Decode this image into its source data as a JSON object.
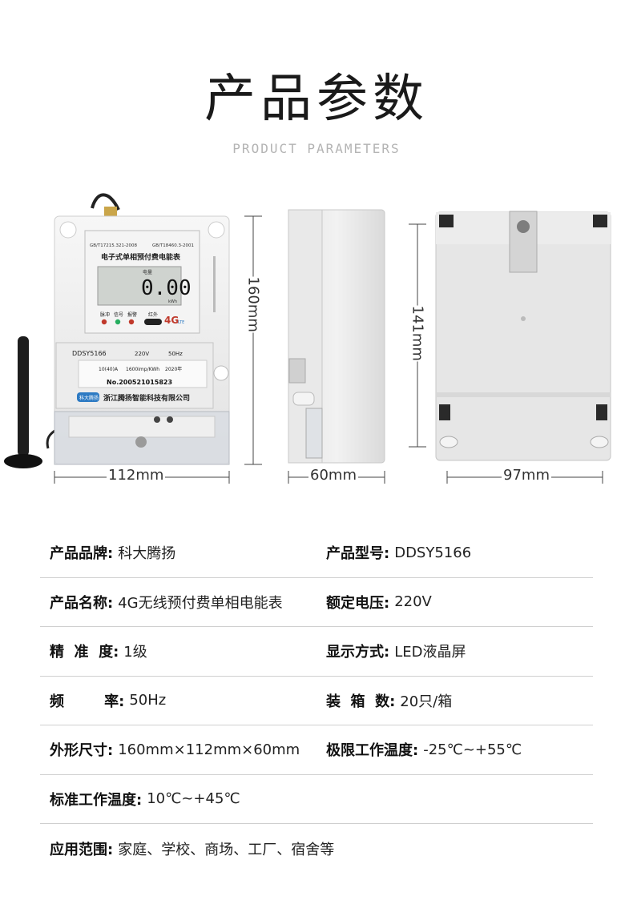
{
  "header": {
    "title": "产品参数",
    "subtitle": "PRODUCT PARAMETERS"
  },
  "meter": {
    "std_left": "GB/T17215.321-2008",
    "std_right": "GB/T18460.3-2001",
    "name": "电子式单相预付费电能表",
    "display_label": "电量",
    "display_value": "0.00",
    "unit": "kWh",
    "leds": [
      "脉冲",
      "信号",
      "报警"
    ],
    "ir_label": "红外",
    "network": "4G",
    "network_sub": "LTE",
    "model": "DDSY5166",
    "voltage": "220V",
    "freq": "50Hz",
    "current": "10(40)A",
    "constant": "1600imp/KWh",
    "year": "2020年",
    "serial": "No.200521015823",
    "brand_logo": "科大腾扬",
    "company": "浙江腾扬智能科技有限公司"
  },
  "dimensions": {
    "front_height": "160mm",
    "front_width": "112mm",
    "side_width": "60mm",
    "back_height": "141mm",
    "back_width": "97mm"
  },
  "specs": [
    [
      {
        "label": "产品品牌:",
        "value": "科大腾扬"
      },
      {
        "label": "产品型号:",
        "value": "DDSY5166"
      }
    ],
    [
      {
        "label": "产品名称:",
        "value": "4G无线预付费单相电能表"
      },
      {
        "label": "额定电压:",
        "value": "220V"
      }
    ],
    [
      {
        "label": "精  准  度:",
        "value": "1级"
      },
      {
        "label": "显示方式:",
        "value": "LED液晶屏"
      }
    ],
    [
      {
        "label": "频        率:",
        "value": "50Hz"
      },
      {
        "label": "装  箱  数:",
        "value": "20只/箱"
      }
    ],
    [
      {
        "label": "外形尺寸:",
        "value": "160mm×112mm×60mm"
      },
      {
        "label": "极限工作温度:",
        "value": "-25℃~+55℃"
      }
    ],
    [
      {
        "label": "标准工作温度:",
        "value": "10℃~+45℃"
      }
    ],
    [
      {
        "label": "应用范围:",
        "value": "家庭、学校、商场、工厂、宿舍等"
      }
    ]
  ],
  "colors": {
    "body": "#eeeeee",
    "lcd": "#cfd3cf",
    "accent_red": "#c0392b",
    "brand_blue": "#2d7ac3"
  }
}
